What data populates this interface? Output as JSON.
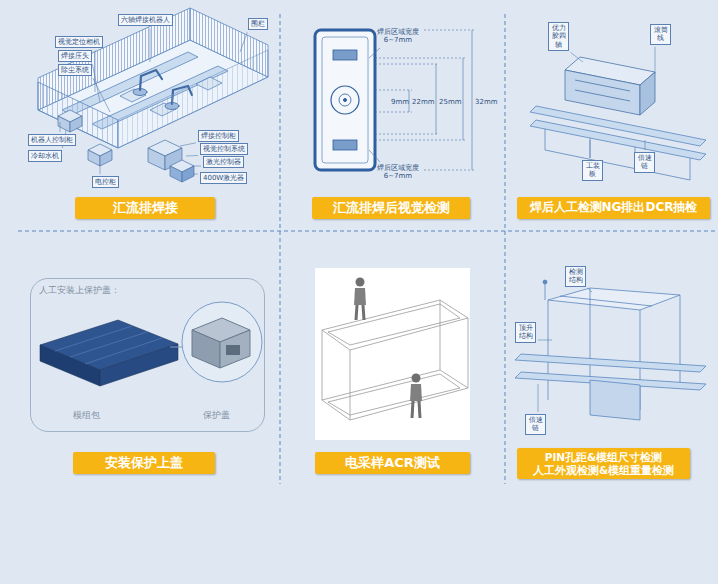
{
  "diagram": {
    "nodes": [
      {
        "text": [
          "六轴焊接机器人"
        ]
      },
      {
        "text": [
          "视觉定位相机"
        ]
      },
      {
        "text": [
          "焊接压头"
        ]
      },
      {
        "text": [
          "除尘系统"
        ]
      },
      {
        "text": [
          "围栏"
        ]
      },
      {
        "text": [
          "机器人控制柜"
        ]
      },
      {
        "text": [
          "冷却水机"
        ]
      },
      {
        "text": [
          "焊接控制柜"
        ]
      },
      {
        "text": [
          "视觉控制系统"
        ]
      },
      {
        "text": [
          "激光控制器"
        ]
      },
      {
        "text": [
          "电控柜"
        ]
      },
      {
        "text": [
          "400W激光器"
        ]
      },
      {
        "text": [
          "汇流排焊接"
        ]
      },
      {
        "text": [
          "汇流排焊后视觉检测"
        ]
      },
      {
        "text": [
          "优力胶四轴"
        ]
      },
      {
        "text": [
          "滚筒线"
        ]
      },
      {
        "text": [
          "工装板"
        ]
      },
      {
        "text": [
          "倍速链"
        ]
      },
      {
        "text": [
          "焊后人工检测NG排出DCR抽检"
        ]
      },
      {
        "text": [
          "人工安装上保护盖：",
          "模组包",
          "保护盖"
        ]
      },
      {
        "text": [
          "安装保护上盖"
        ]
      },
      {
        "text": [
          "电采样ACR测试"
        ]
      },
      {
        "text": [
          "检测结构"
        ]
      },
      {
        "text": [
          "顶升结构"
        ]
      },
      {
        "text": [
          "倍速链"
        ]
      },
      {
        "text": [
          "PIN孔距&模组尺寸检测 人工外观检测&模组重量检测"
        ]
      }
    ],
    "labels": [
      "焊后区域宽度 6~7mm",
      "9mm",
      "22mm",
      "25mm",
      "32mm",
      "焊后区域宽度 6~7mm"
    ]
  }
}
